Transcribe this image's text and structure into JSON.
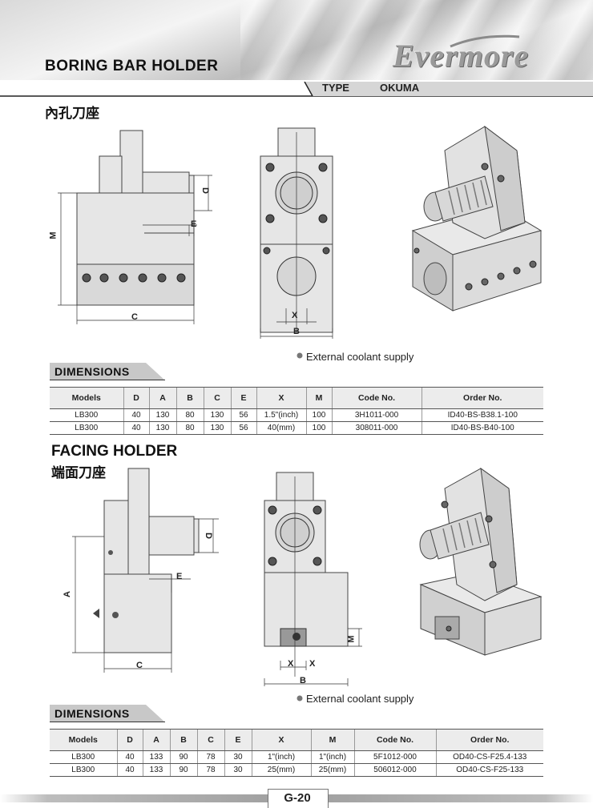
{
  "header": {
    "title": "BORING BAR HOLDER",
    "brand": "Evermore",
    "type_label": "TYPE",
    "type_value": "OKUMA"
  },
  "boring": {
    "cn_title": "內孔刀座",
    "note": "External coolant supply",
    "drawing_labels": {
      "d": "D",
      "e": "E",
      "m": "M",
      "c": "C",
      "x": "X",
      "b": "B"
    },
    "dimensions_label": "DIMENSIONS",
    "table": {
      "headers": [
        "Models",
        "D",
        "A",
        "B",
        "C",
        "E",
        "X",
        "M",
        "Code No.",
        "Order No."
      ],
      "rows": [
        [
          "LB300",
          "40",
          "130",
          "80",
          "130",
          "56",
          "1.5\"(inch)",
          "100",
          "3H1011-000",
          "ID40-BS-B38.1-100"
        ],
        [
          "LB300",
          "40",
          "130",
          "80",
          "130",
          "56",
          "40(mm)",
          "100",
          "308011-000",
          "ID40-BS-B40-100"
        ]
      ]
    }
  },
  "facing": {
    "title": "FACING HOLDER",
    "cn_title": "端面刀座",
    "note": "External coolant supply",
    "drawing_labels": {
      "d": "D",
      "e": "E",
      "a": "A",
      "c": "C",
      "x1": "X",
      "x2": "X",
      "m": "M",
      "b": "B"
    },
    "dimensions_label": "DIMENSIONS",
    "table": {
      "headers": [
        "Models",
        "D",
        "A",
        "B",
        "C",
        "E",
        "X",
        "M",
        "Code No.",
        "Order No."
      ],
      "rows": [
        [
          "LB300",
          "40",
          "133",
          "90",
          "78",
          "30",
          "1\"(inch)",
          "1\"(inch)",
          "5F1012-000",
          "OD40-CS-F25.4-133"
        ],
        [
          "LB300",
          "40",
          "133",
          "90",
          "78",
          "30",
          "25(mm)",
          "25(mm)",
          "506012-000",
          "OD40-CS-F25-133"
        ]
      ]
    }
  },
  "footer": {
    "page": "G-20"
  }
}
